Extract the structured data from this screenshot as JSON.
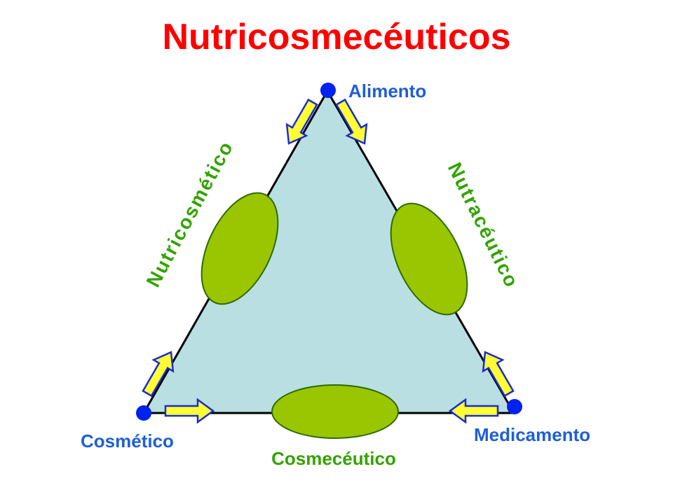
{
  "title": "Nutricosmecéuticos",
  "vertices": {
    "top": "Alimento",
    "left": "Cosmético",
    "right": "Medicamento"
  },
  "edges": {
    "left": "Nutricosmético",
    "right": "Nutracéutico",
    "bottom": "Cosmecéutico"
  },
  "colors": {
    "title": "#ff0000",
    "vertex_label": "#1f5fd6",
    "edge_label": "#33a300",
    "bottom_label": "#33a300",
    "triangle_fill": "#b9dfe2",
    "ellipse_fill": "#99c600",
    "arrow_fill": "#ffff33",
    "arrow_stroke": "#1a2bd6",
    "vertex_dot": "#0022ee"
  }
}
